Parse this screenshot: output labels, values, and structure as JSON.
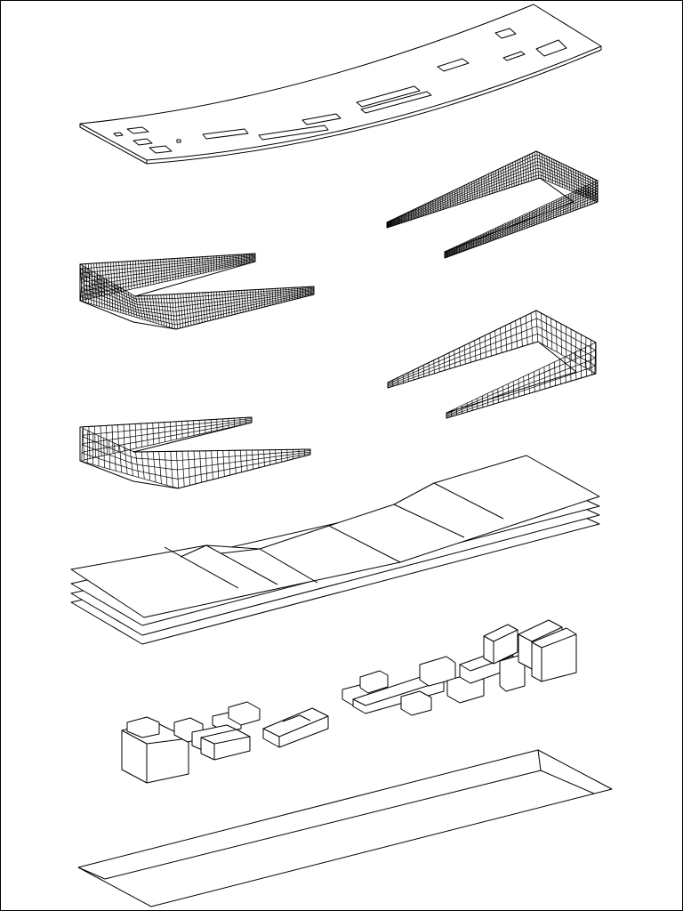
{
  "diagram": {
    "type": "exploded-axonometric",
    "line_color": "#000000",
    "background": "#ffffff",
    "layers": [
      {
        "id": "roof-canopy",
        "kind": "curved-slab",
        "openings": 14
      },
      {
        "id": "dense-mesh-right",
        "kind": "mesh-ribbon",
        "density": "fine"
      },
      {
        "id": "dense-mesh-left",
        "kind": "mesh-ribbon",
        "density": "fine"
      },
      {
        "id": "coarse-grid-right",
        "kind": "grid-ribbon",
        "density": "coarse"
      },
      {
        "id": "coarse-grid-left",
        "kind": "grid-ribbon",
        "density": "coarse"
      },
      {
        "id": "floor-plates",
        "kind": "stacked-plates",
        "count": 4
      },
      {
        "id": "volumes",
        "kind": "box-masses",
        "groups": 3
      },
      {
        "id": "base-platform",
        "kind": "tray"
      }
    ]
  }
}
